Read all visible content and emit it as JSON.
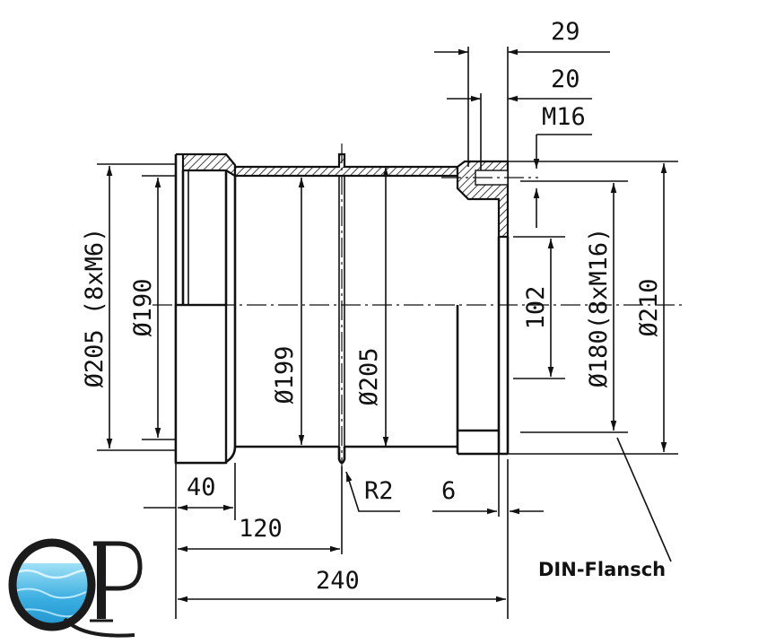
{
  "dimensions": {
    "d29": "29",
    "d20": "20",
    "m16": "M16",
    "d102": "102",
    "d180": "Ø180(8xM16)",
    "d210": "Ø210",
    "d205_m6": "Ø205 (8xM6)",
    "d190": "Ø190",
    "d199": "Ø199",
    "d205": "Ø205",
    "d40": "40",
    "r2": "R2",
    "d6": "6",
    "d120": "120",
    "d240": "240"
  },
  "labels": {
    "flange": "DIN-Flansch"
  },
  "logo": {
    "text": "QP",
    "colors": {
      "water_light": "#7fd3f3",
      "water_dark": "#1a8fc9",
      "ink": "#1b1b1b"
    }
  }
}
